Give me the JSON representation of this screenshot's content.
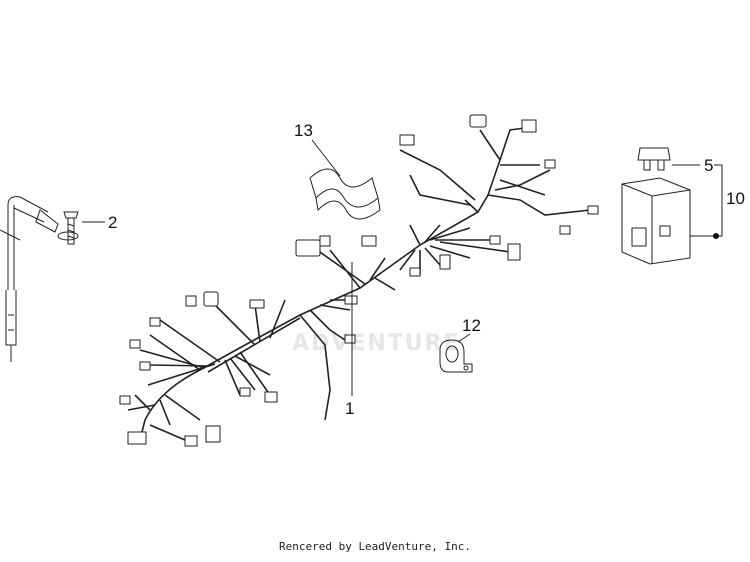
{
  "callouts": {
    "part1": "1",
    "part2": "2",
    "part5": "5",
    "part10": "10",
    "part12": "12",
    "part13": "13"
  },
  "watermark": "ADVENTURE",
  "footer": "Rencered by LeadVenture, Inc."
}
